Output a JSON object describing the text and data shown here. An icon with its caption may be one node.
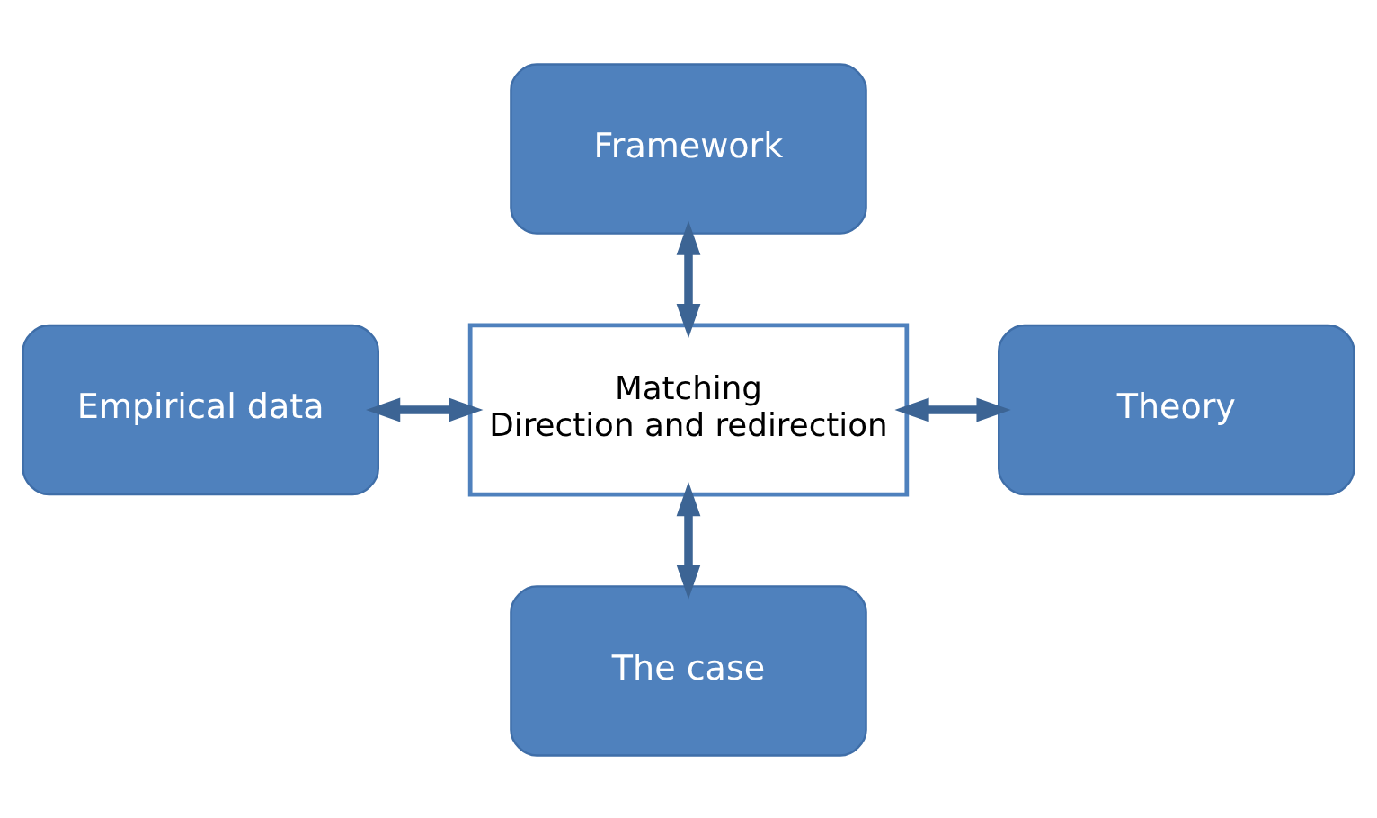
{
  "diagram": {
    "nodes": [
      {
        "text": [
          "Framework"
        ]
      },
      {
        "text": [
          "Empirical data"
        ]
      },
      {
        "text": [
          "Matching",
          "Direction and redirection"
        ]
      },
      {
        "text": [
          "Theory"
        ]
      },
      {
        "text": [
          "The case"
        ]
      }
    ],
    "edges": [
      {
        "from": 0,
        "to": 2,
        "arrow": "both"
      },
      {
        "from": 1,
        "to": 2,
        "arrow": "both"
      },
      {
        "from": 2,
        "to": 3,
        "arrow": "both"
      },
      {
        "from": 2,
        "to": 4,
        "arrow": "both"
      }
    ]
  }
}
